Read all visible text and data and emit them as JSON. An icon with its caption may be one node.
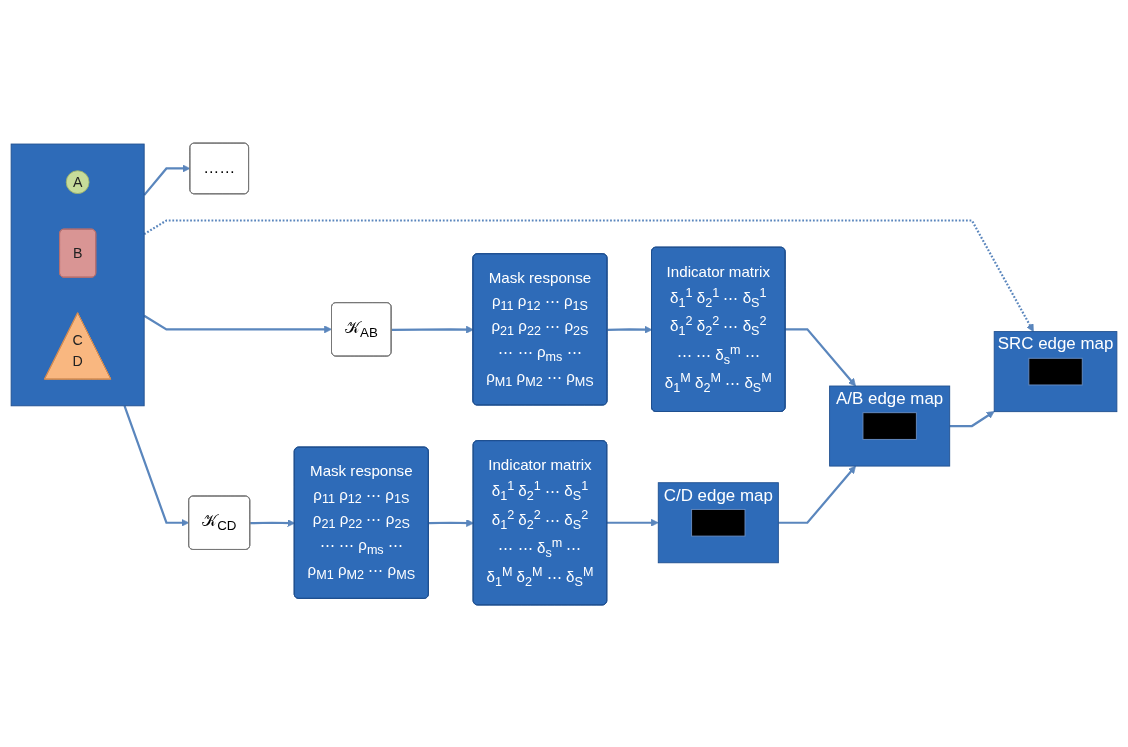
{
  "diagram": {
    "nodes": [
      {
        "text": [],
        "shape": "box"
      },
      {
        "text": [
          "A"
        ],
        "in": 0
      },
      {
        "text": [
          "B"
        ],
        "in": 0
      },
      {
        "text": [
          "C",
          "D"
        ],
        "in": 0
      },
      {
        "text": [
          "SRC edge map"
        ]
      },
      {
        "text": [],
        "shape": "box",
        "in": 4
      },
      {
        "text": [
          "𝒦$_{AB}$"
        ]
      },
      {
        "text": [
          "Mask response",
          "ρ$_{11}$ ρ$_{12}$ ⋯ ρ$_{1S}$",
          "ρ$_{21}$ ρ$_{22}$ ⋯ ρ$_{2S}$",
          "⋯ ⋯ ρ$_{ms}$ ⋯",
          "ρ$_{M1}$ ρ$_{M2}$ ⋯ ρ$_{MS}$"
        ]
      },
      {
        "text": [
          "Indicator matrix",
          "δ$_{1}$$^{1}$ δ$_{2}$$^{1}$ ⋯ δ$_{S}$$^{1}$",
          "δ$_{1}$$^{2}$ δ$_{2}$$^{2}$ ⋯ δ$_{S}$$^{2}$",
          "⋯ ⋯ δ$_{s}$$^{m}$ ⋯",
          "δ$_{1}$$^{M}$ δ$_{2}$$^{M}$ ⋯ δ$_{S}$$^{M}$"
        ]
      },
      {
        "text": [
          "A/B edge map"
        ]
      },
      {
        "text": [],
        "shape": "box",
        "in": 9
      },
      {
        "text": [
          "……"
        ]
      },
      {
        "text": [
          "𝒦$_{CD}$"
        ]
      },
      {
        "text": [
          "Mask response",
          "ρ$_{11}$ ρ$_{12}$ ⋯ ρ$_{1S}$",
          "ρ$_{21}$ ρ$_{22}$ ⋯ ρ$_{2S}$",
          "⋯ ⋯ ρ$_{ms}$ ⋯",
          "ρ$_{M1}$ ρ$_{M2}$ ⋯ ρ$_{MS}$"
        ]
      },
      {
        "text": [
          "Indicator matrix",
          "δ$_{1}$$^{1}$ δ$_{2}$$^{1}$ ⋯ δ$_{S}$$^{1}$",
          "δ$_{1}$$^{2}$ δ$_{2}$$^{2}$ ⋯ δ$_{S}$$^{2}$",
          "⋯ ⋯ δ$_{s}$$^{m}$ ⋯",
          "δ$_{1}$$^{M}$ δ$_{2}$$^{M}$ ⋯ δ$_{S}$$^{M}$"
        ]
      },
      {
        "text": [
          "C/D edge map"
        ]
      },
      {
        "text": [],
        "shape": "box",
        "in": 15
      }
    ],
    "edges": [
      {
        "from": 0,
        "to": 4,
        "arrow": "to",
        "style": "dashed"
      },
      {
        "from": 0,
        "to": 6,
        "arrow": "to"
      },
      {
        "from": 0,
        "to": 11,
        "arrow": "to"
      },
      {
        "from": 0,
        "to": 12,
        "arrow": "to"
      },
      {
        "from": 6,
        "to": 7,
        "arrow": "to"
      },
      {
        "from": 7,
        "to": 8,
        "arrow": "to"
      },
      {
        "from": 8,
        "to": 9,
        "arrow": "to"
      },
      {
        "from": 12,
        "to": 13,
        "arrow": "to"
      },
      {
        "from": 13,
        "to": 14,
        "arrow": "to"
      },
      {
        "from": 14,
        "to": 15,
        "arrow": "to"
      },
      {
        "from": 15,
        "to": 9,
        "arrow": "to"
      },
      {
        "from": 9,
        "to": 4,
        "arrow": "to"
      }
    ]
  }
}
